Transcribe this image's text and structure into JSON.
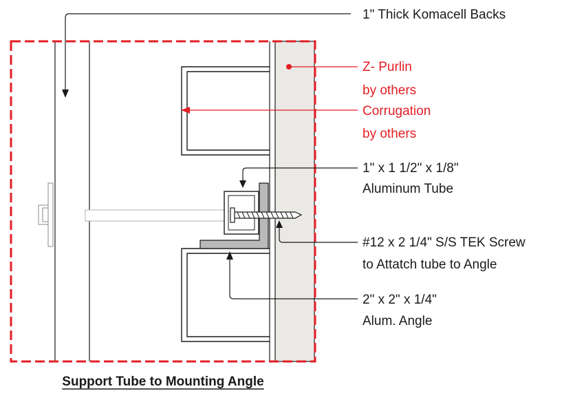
{
  "diagram": {
    "title": "Support Tube to Mounting Angle",
    "colors": {
      "outline": "#1a1a1a",
      "callout_red": "#e31e24",
      "backing_fill": "#ebe9e6",
      "angle_fill": "#b9b9b9",
      "screw_fill": "#ffffff"
    },
    "labels": {
      "komacell": "1\" Thick Komacell Backs",
      "purlin_line1": "Z- Purlin",
      "purlin_line2": "by others",
      "corrugation_line1": "Corrugation",
      "corrugation_line2": "by others",
      "tube_line1": "1\" x 1 1/2\" x 1/8\"",
      "tube_line2": "Aluminum Tube",
      "screw_line1": "#12 x 2 1/4\" S/S TEK Screw",
      "screw_line2": "to Attatch tube to Angle",
      "angle_line1": "2\" x 2\" x 1/4\"",
      "angle_line2": "Alum. Angle"
    }
  }
}
